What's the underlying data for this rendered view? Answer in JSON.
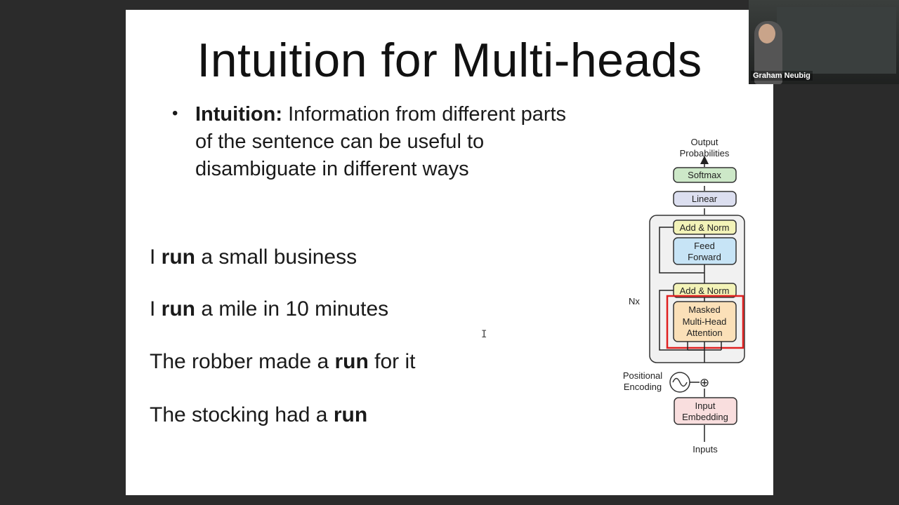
{
  "slide": {
    "title": "Intuition for Multi-heads",
    "bullet": {
      "marker": "•",
      "label": "Intuition:",
      "text": " Information from different parts of the sentence can be useful to disambiguate in different ways"
    },
    "examples": [
      {
        "before": "I ",
        "bold": "run",
        "after": " a small business"
      },
      {
        "before": "I ",
        "bold": "run",
        "after": " a mile in 10 minutes"
      },
      {
        "before": "The robber made a ",
        "bold": "run",
        "after": " for it"
      },
      {
        "before": "The stocking had a ",
        "bold": "run",
        "after": ""
      }
    ],
    "cursor": "I"
  },
  "diagram": {
    "output_line1": "Output",
    "output_line2": "Probabilities",
    "softmax": "Softmax",
    "linear": "Linear",
    "add_norm_top": "Add & Norm",
    "feed_forward_1": "Feed",
    "feed_forward_2": "Forward",
    "add_norm_bottom": "Add & Norm",
    "attn_1": "Masked",
    "attn_2": "Multi-Head",
    "attn_3": "Attention",
    "nx": "Nx",
    "pos_enc_1": "Positional",
    "pos_enc_2": "Encoding",
    "plus": "⊕",
    "embed_1": "Input",
    "embed_2": "Embedding",
    "inputs": "Inputs",
    "colors": {
      "softmax": "#cde8c8",
      "linear": "#dcdff0",
      "add_norm": "#f3f3b8",
      "feed_forward": "#c7e4f6",
      "attention": "#fbe0b8",
      "embedding": "#f9dede",
      "highlight": "#e02020"
    }
  },
  "webcam": {
    "name": "Graham Neubig"
  }
}
